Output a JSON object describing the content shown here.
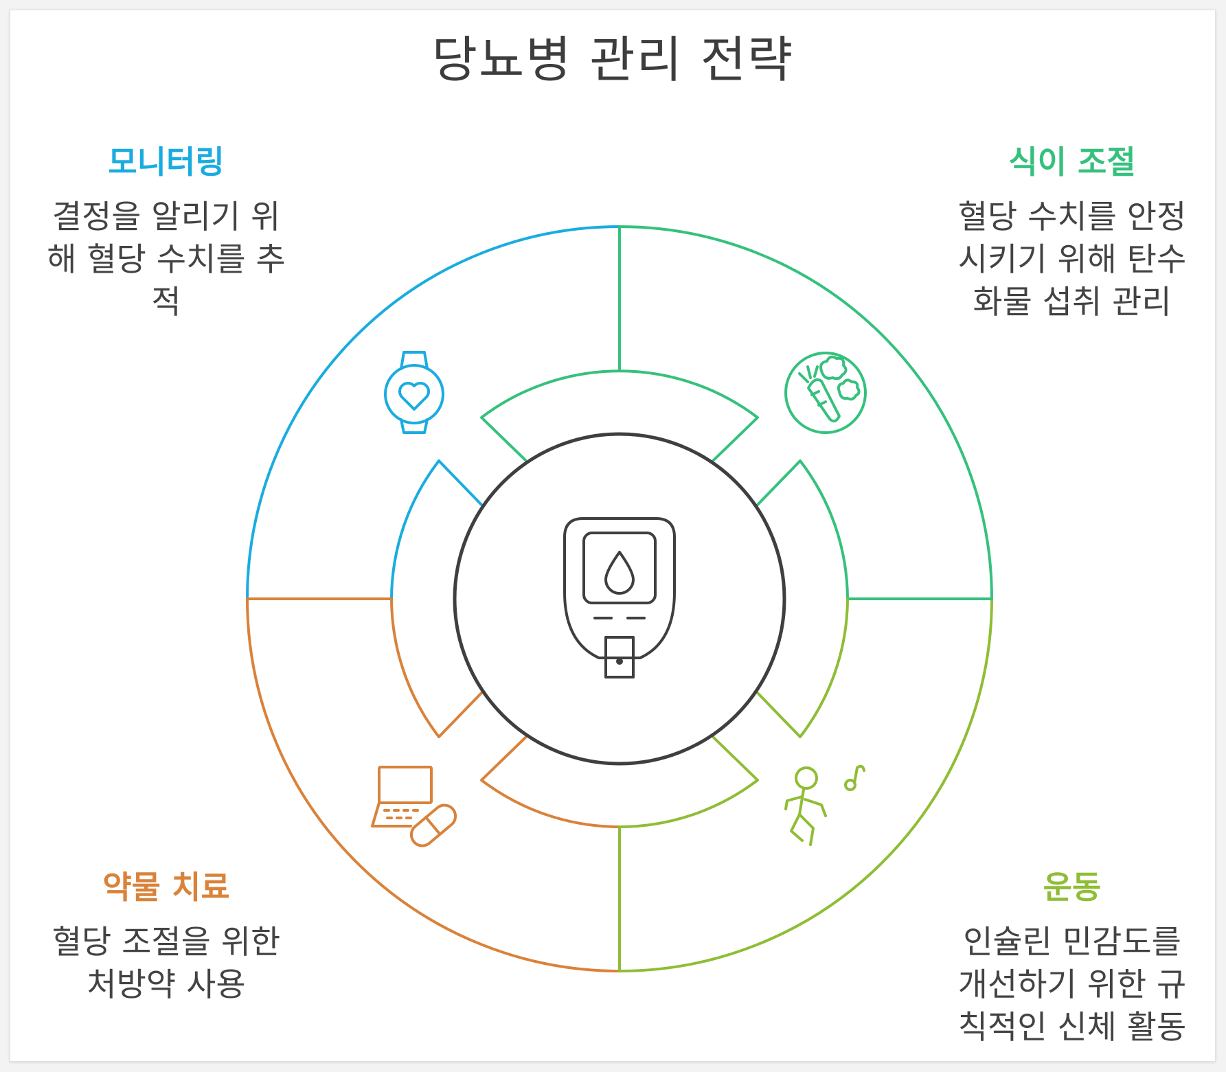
{
  "title": "당뇨병 관리 전략",
  "colors": {
    "monitoring": "#1aace0",
    "diet": "#35c17d",
    "medication": "#d9823a",
    "exercise": "#8fbd35",
    "center": "#3f3f3f"
  },
  "center": {
    "icon": "glucose-meter-icon"
  },
  "quadrants": [
    {
      "key": "monitoring",
      "heading": "모니터링",
      "description": [
        "결정을 알리기 위",
        "해 혈당 수치를 추",
        "적"
      ],
      "icon": "smartwatch-heart-icon"
    },
    {
      "key": "diet",
      "heading": "식이 조절",
      "description": [
        "혈당 수치를 안정",
        "시키기 위해 탄수",
        "화물 섭취 관리"
      ],
      "icon": "vegetables-carrot-icon"
    },
    {
      "key": "medication",
      "heading": "약물 치료",
      "description": [
        "혈당 조절을 위한",
        "처방약 사용"
      ],
      "icon": "laptop-pill-icon"
    },
    {
      "key": "exercise",
      "heading": "운동",
      "description": [
        "인슐린 민감도를",
        "개선하기 위한 규",
        "칙적인 신체 활동"
      ],
      "icon": "dancing-person-icon"
    }
  ]
}
